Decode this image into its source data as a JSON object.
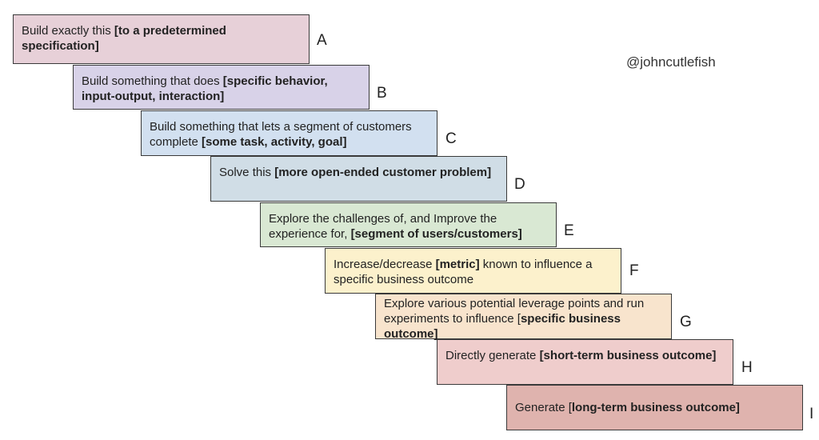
{
  "handle": "@johncutlefish",
  "steps": [
    {
      "letter": "A",
      "color": "#e7d0d8",
      "text": "Build exactly this ",
      "bold": "[to a predetermined specification]",
      "after": ""
    },
    {
      "letter": "B",
      "color": "#d8d2e8",
      "text": "Build something that does ",
      "bold": "[specific behavior, input-output, interaction]",
      "after": ""
    },
    {
      "letter": "C",
      "color": "#d2e0f0",
      "text": "Build something that lets a segment of customers complete ",
      "bold": "[some task, activity, goal]",
      "after": ""
    },
    {
      "letter": "D",
      "color": "#d0dde6",
      "text": "Solve this ",
      "bold": "[more open-ended customer problem]",
      "after": ""
    },
    {
      "letter": "E",
      "color": "#d9e8d3",
      "text": "Explore the challenges of, and Improve the experience for, ",
      "bold": "[segment of users/customers]",
      "after": ""
    },
    {
      "letter": "F",
      "color": "#fcf1cc",
      "text": "Increase/decrease ",
      "bold": "[metric]",
      "after": " known to influence a specific business outcome"
    },
    {
      "letter": "G",
      "color": "#f8e4cd",
      "text": "Explore various potential leverage points and run experiments to influence [",
      "bold": "specific business outcome]",
      "after": ""
    },
    {
      "letter": "H",
      "color": "#efcdcc",
      "text": "Directly generate ",
      "bold": "[short-term business outcome]",
      "after": ""
    },
    {
      "letter": "I",
      "color": "#dfb3ae",
      "text": "Generate [",
      "bold": "long-term business outcome]",
      "after": ""
    }
  ]
}
